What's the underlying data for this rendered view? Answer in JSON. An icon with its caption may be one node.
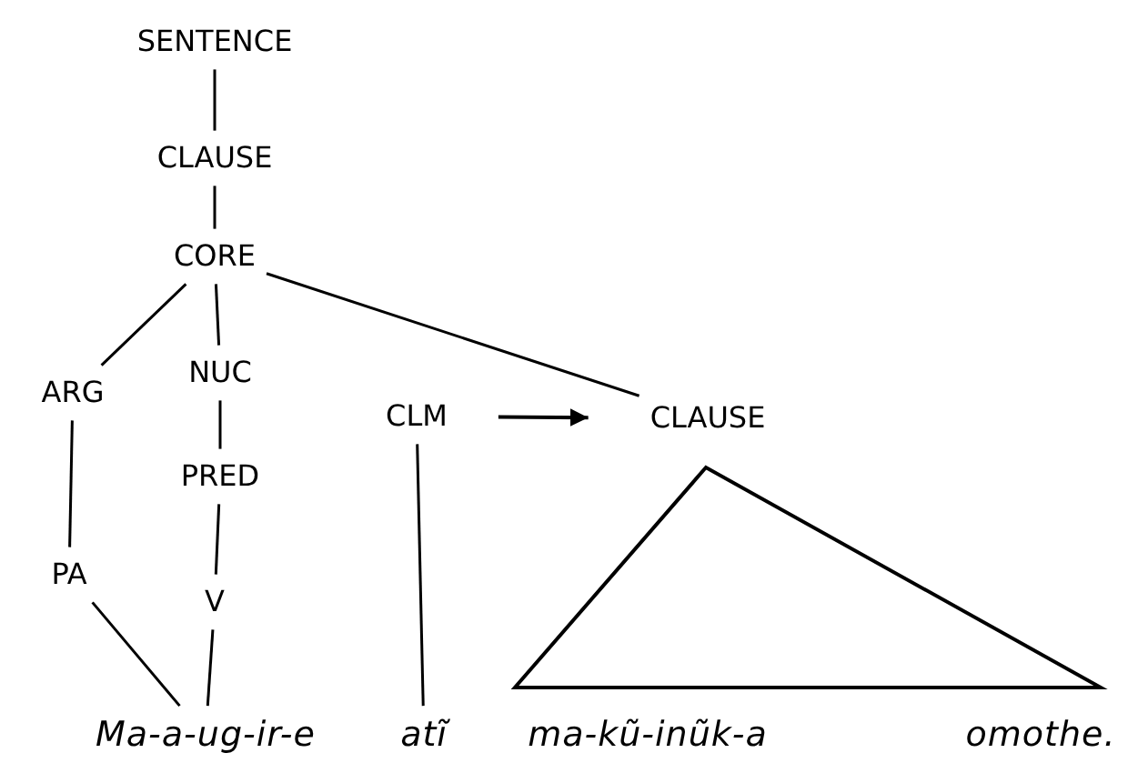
{
  "diagram": {
    "nodes": [
      {
        "text": [
          "SENTENCE"
        ]
      },
      {
        "text": [
          "CLAUSE"
        ]
      },
      {
        "text": [
          "CORE"
        ]
      },
      {
        "text": [
          "ARG"
        ]
      },
      {
        "text": [
          "NUC"
        ]
      },
      {
        "text": [
          "CLM"
        ]
      },
      {
        "text": [
          "CLAUSE"
        ]
      },
      {
        "text": [
          "PRED"
        ]
      },
      {
        "text": [
          "PA"
        ]
      },
      {
        "text": [
          "V"
        ]
      },
      {
        "text": [
          "Ma-a-ug-ir-e"
        ]
      },
      {
        "text": [
          "atĩ"
        ]
      },
      {
        "text": [
          "ma-kũ-inũk-a"
        ]
      },
      {
        "text": [
          "omothe."
        ]
      }
    ],
    "edges": [
      {
        "from": 0,
        "to": 1,
        "arrow": "none"
      },
      {
        "from": 1,
        "to": 2,
        "arrow": "none"
      },
      {
        "from": 2,
        "to": 3,
        "arrow": "none"
      },
      {
        "from": 2,
        "to": 4,
        "arrow": "none"
      },
      {
        "from": 2,
        "to": 6,
        "arrow": "none"
      },
      {
        "from": 3,
        "to": 8,
        "arrow": "none"
      },
      {
        "from": 8,
        "to": 10,
        "arrow": "none"
      },
      {
        "from": 4,
        "to": 7,
        "arrow": "none"
      },
      {
        "from": 7,
        "to": 9,
        "arrow": "none"
      },
      {
        "from": 9,
        "to": 10,
        "arrow": "none"
      },
      {
        "from": 5,
        "to": 11,
        "arrow": "none"
      },
      {
        "from": 5,
        "to": 6,
        "arrow": "to"
      }
    ]
  }
}
